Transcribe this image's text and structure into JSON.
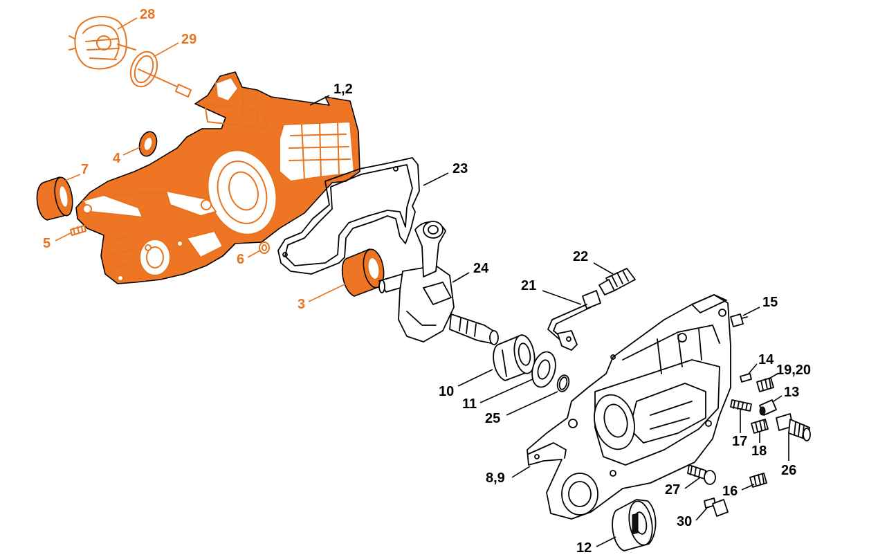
{
  "diagram": {
    "kind": "exploded parts diagram",
    "accent_color": "#E6731E",
    "line_color": "#000000",
    "callouts": [
      {
        "id": "c28",
        "text": "28",
        "color": "orange"
      },
      {
        "id": "c29",
        "text": "29",
        "color": "orange"
      },
      {
        "id": "c1_2",
        "text": "1,2",
        "color": "black"
      },
      {
        "id": "c4",
        "text": "4",
        "color": "orange"
      },
      {
        "id": "c7",
        "text": "7",
        "color": "orange"
      },
      {
        "id": "c23",
        "text": "23",
        "color": "black"
      },
      {
        "id": "c5",
        "text": "5",
        "color": "orange"
      },
      {
        "id": "c6",
        "text": "6",
        "color": "orange"
      },
      {
        "id": "c3",
        "text": "3",
        "color": "orange"
      },
      {
        "id": "c24",
        "text": "24",
        "color": "black"
      },
      {
        "id": "c22",
        "text": "22",
        "color": "black"
      },
      {
        "id": "c21",
        "text": "21",
        "color": "black"
      },
      {
        "id": "c15",
        "text": "15",
        "color": "black"
      },
      {
        "id": "c14",
        "text": "14",
        "color": "black"
      },
      {
        "id": "c19_20",
        "text": "19,20",
        "color": "black"
      },
      {
        "id": "c13",
        "text": "13",
        "color": "black"
      },
      {
        "id": "c10",
        "text": "10",
        "color": "black"
      },
      {
        "id": "c11",
        "text": "11",
        "color": "black"
      },
      {
        "id": "c25",
        "text": "25",
        "color": "black"
      },
      {
        "id": "c17",
        "text": "17",
        "color": "black"
      },
      {
        "id": "c18",
        "text": "18",
        "color": "black"
      },
      {
        "id": "c26",
        "text": "26",
        "color": "black"
      },
      {
        "id": "c8_9",
        "text": "8,9",
        "color": "black"
      },
      {
        "id": "c27",
        "text": "27",
        "color": "black"
      },
      {
        "id": "c16",
        "text": "16",
        "color": "black"
      },
      {
        "id": "c30",
        "text": "30",
        "color": "black"
      },
      {
        "id": "c12",
        "text": "12",
        "color": "black"
      }
    ]
  }
}
